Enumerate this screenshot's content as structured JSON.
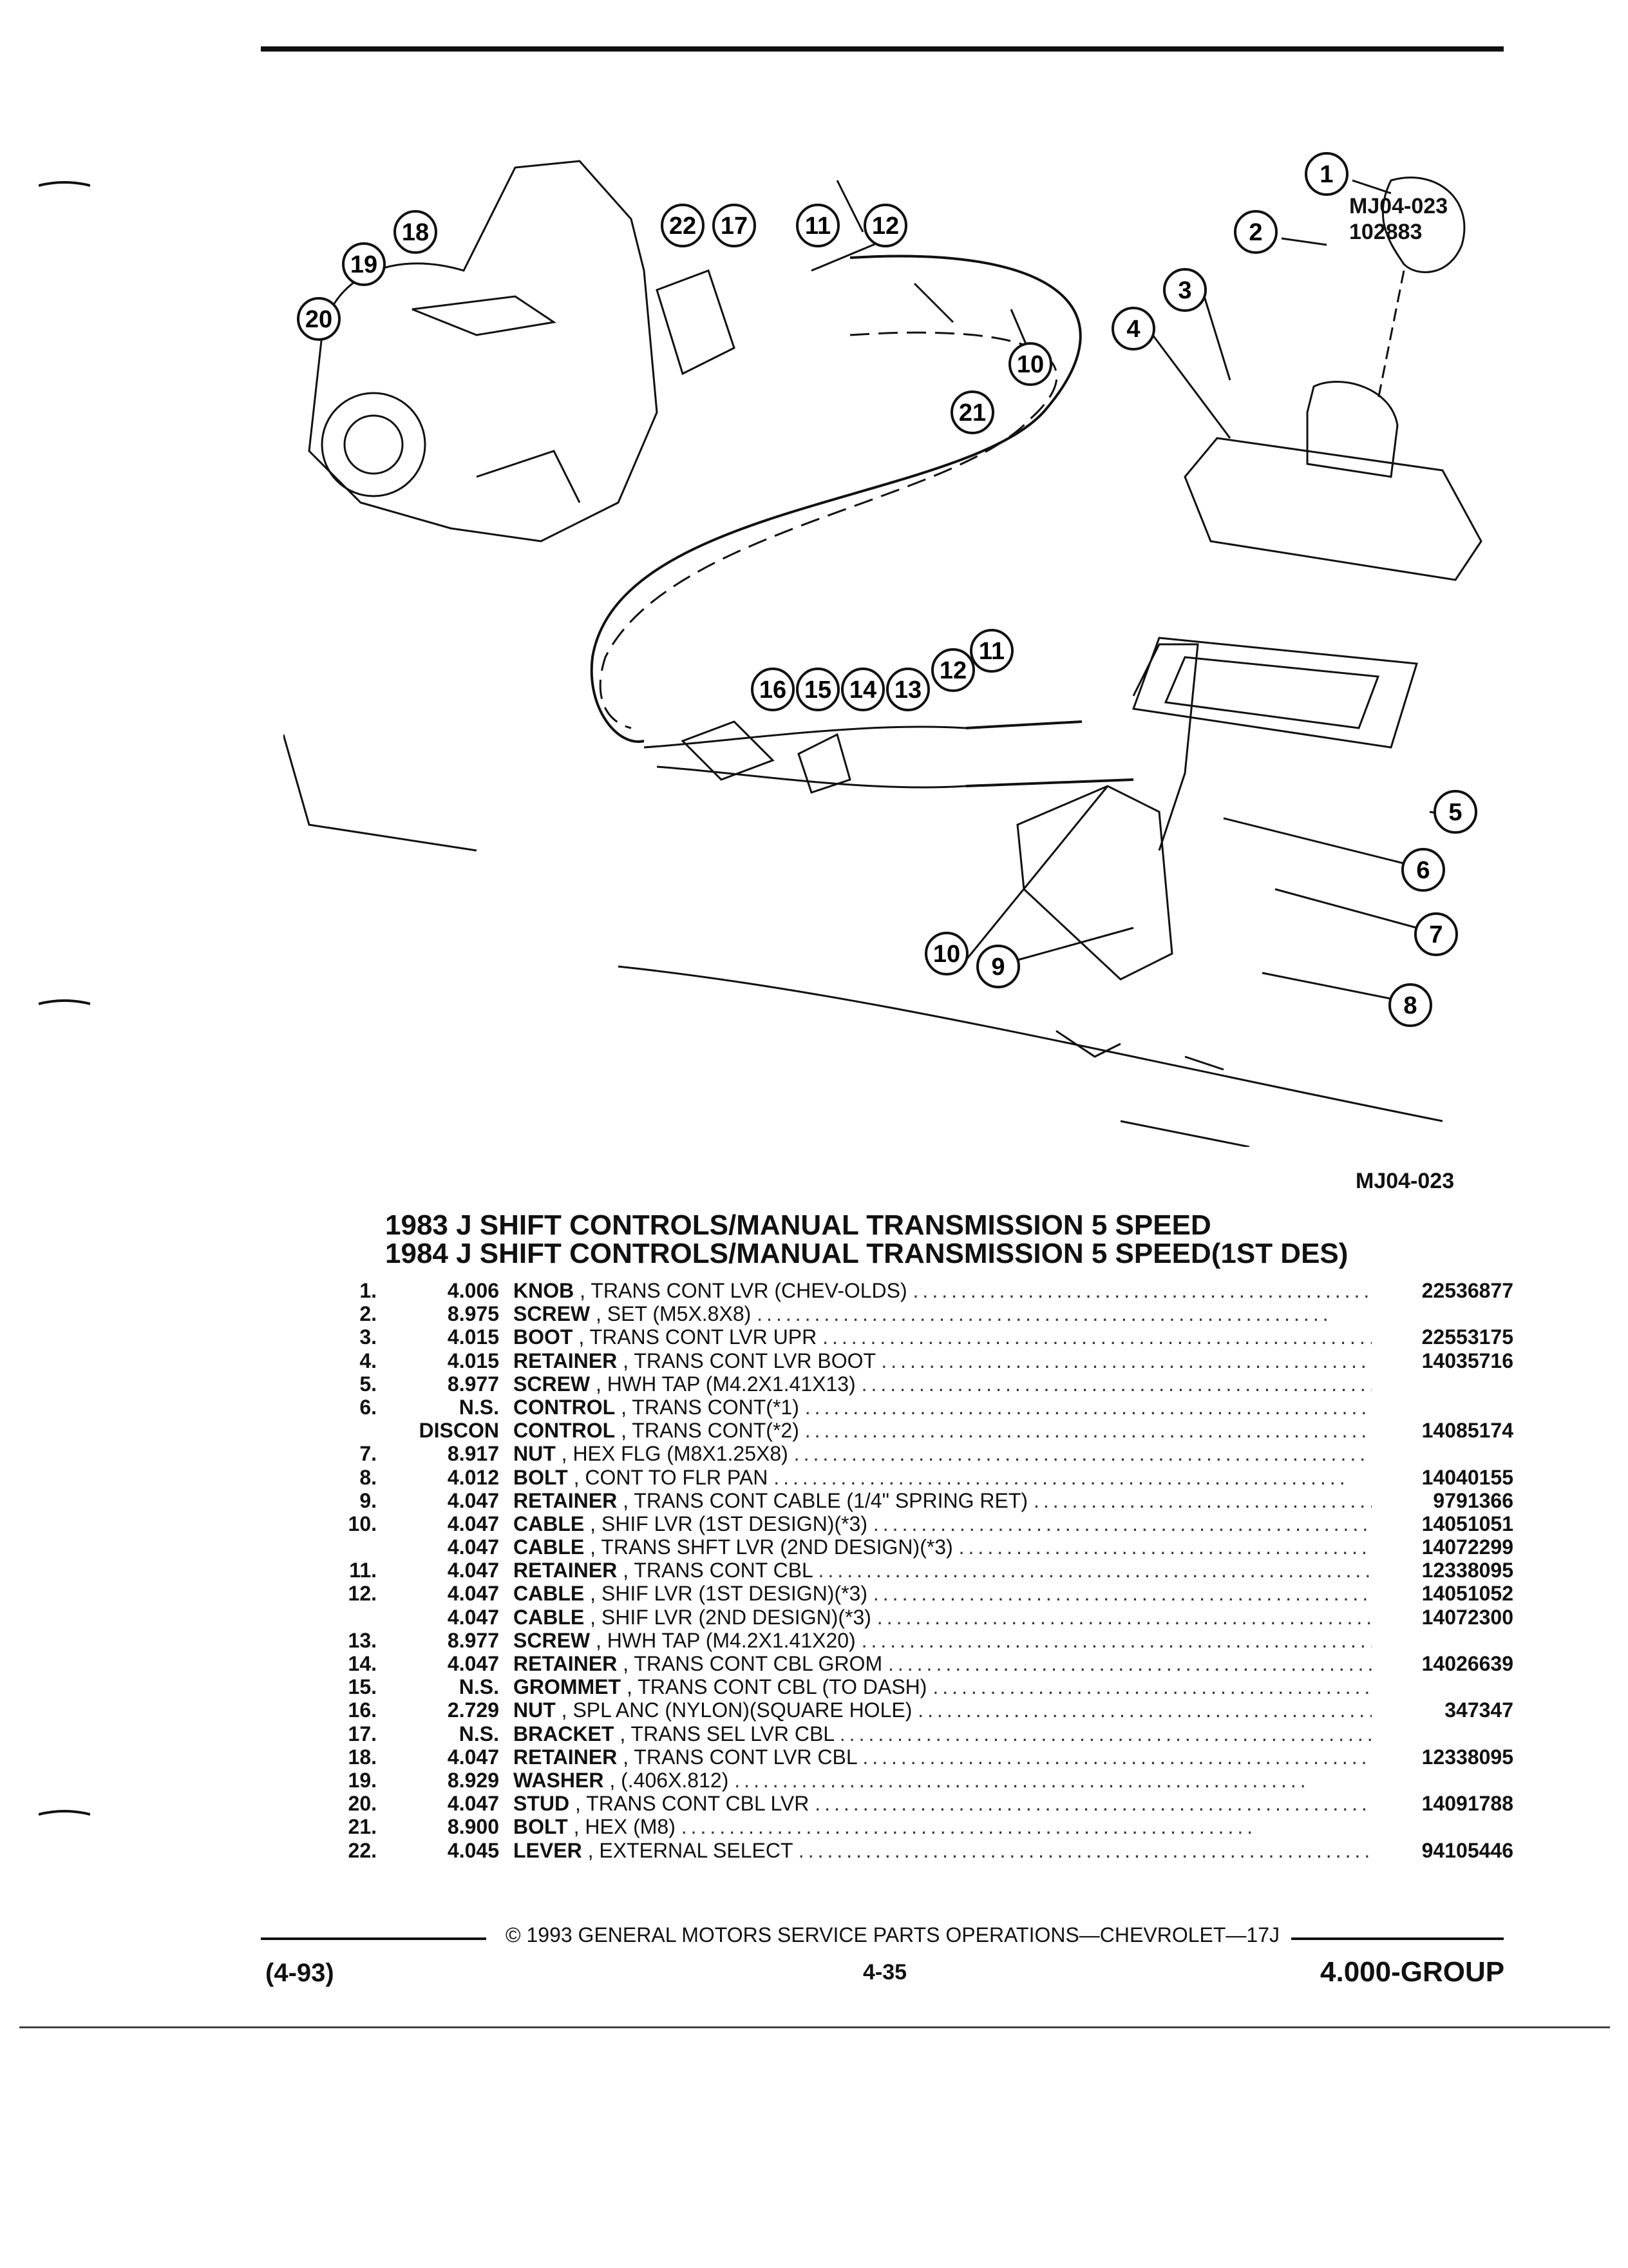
{
  "figure_code_top": "MJ04-023",
  "figure_number_top": "102883",
  "figure_code_bottom": "MJ04-023",
  "title_line1": "1983 J SHIFT CONTROLS/MANUAL TRANSMISSION 5 SPEED",
  "title_line2": "1984 J SHIFT CONTROLS/MANUAL TRANSMISSION 5 SPEED(1ST DES)",
  "callouts": [
    "1",
    "2",
    "3",
    "4",
    "5",
    "6",
    "7",
    "8",
    "9",
    "10",
    "10",
    "11",
    "11",
    "12",
    "12",
    "13",
    "14",
    "15",
    "16",
    "17",
    "18",
    "19",
    "20",
    "21",
    "22"
  ],
  "parts": [
    {
      "num": "1.",
      "group": "4.006",
      "name": "KNOB",
      "detail": ", TRANS CONT LVR (CHEV-OLDS)",
      "part": "22536877"
    },
    {
      "num": "2.",
      "group": "8.975",
      "name": "SCREW",
      "detail": ", SET (M5X.8X8)",
      "part": ""
    },
    {
      "num": "3.",
      "group": "4.015",
      "name": "BOOT",
      "detail": ", TRANS CONT LVR UPR",
      "part": "22553175"
    },
    {
      "num": "4.",
      "group": "4.015",
      "name": "RETAINER",
      "detail": ", TRANS CONT LVR BOOT",
      "part": "14035716"
    },
    {
      "num": "5.",
      "group": "8.977",
      "name": "SCREW",
      "detail": ", HWH TAP (M4.2X1.41X13)",
      "part": ""
    },
    {
      "num": "6.",
      "group": "N.S.",
      "name": "CONTROL",
      "detail": ", TRANS CONT(*1)",
      "part": ""
    },
    {
      "num": "",
      "group": "DISCON",
      "name": "CONTROL",
      "detail": ", TRANS CONT(*2)",
      "part": "14085174"
    },
    {
      "num": "7.",
      "group": "8.917",
      "name": "NUT",
      "detail": ", HEX FLG (M8X1.25X8)",
      "part": ""
    },
    {
      "num": "8.",
      "group": "4.012",
      "name": "BOLT",
      "detail": ", CONT TO FLR PAN",
      "part": "14040155"
    },
    {
      "num": "9.",
      "group": "4.047",
      "name": "RETAINER",
      "detail": ", TRANS CONT CABLE (1/4\" SPRING RET)",
      "part": "9791366"
    },
    {
      "num": "10.",
      "group": "4.047",
      "name": "CABLE",
      "detail": ", SHIF LVR (1ST DESIGN)(*3)",
      "part": "14051051"
    },
    {
      "num": "",
      "group": "4.047",
      "name": "CABLE",
      "detail": ", TRANS SHFT LVR (2ND DESIGN)(*3)",
      "part": "14072299"
    },
    {
      "num": "11.",
      "group": "4.047",
      "name": "RETAINER",
      "detail": ", TRANS CONT CBL",
      "part": "12338095"
    },
    {
      "num": "12.",
      "group": "4.047",
      "name": "CABLE",
      "detail": ", SHIF LVR (1ST DESIGN)(*3)",
      "part": "14051052"
    },
    {
      "num": "",
      "group": "4.047",
      "name": "CABLE",
      "detail": ", SHIF LVR (2ND DESIGN)(*3)",
      "part": "14072300"
    },
    {
      "num": "13.",
      "group": "8.977",
      "name": "SCREW",
      "detail": ", HWH TAP (M4.2X1.41X20)",
      "part": ""
    },
    {
      "num": "14.",
      "group": "4.047",
      "name": "RETAINER",
      "detail": ", TRANS CONT CBL GROM",
      "part": "14026639"
    },
    {
      "num": "15.",
      "group": "N.S.",
      "name": "GROMMET",
      "detail": ", TRANS CONT CBL (TO DASH)",
      "part": ""
    },
    {
      "num": "16.",
      "group": "2.729",
      "name": "NUT",
      "detail": ", SPL ANC (NYLON)(SQUARE HOLE)",
      "part": "347347"
    },
    {
      "num": "17.",
      "group": "N.S.",
      "name": "BRACKET",
      "detail": ", TRANS SEL LVR CBL",
      "part": ""
    },
    {
      "num": "18.",
      "group": "4.047",
      "name": "RETAINER",
      "detail": ", TRANS CONT LVR CBL",
      "part": "12338095"
    },
    {
      "num": "19.",
      "group": "8.929",
      "name": "WASHER",
      "detail": ", (.406X.812)",
      "part": ""
    },
    {
      "num": "20.",
      "group": "4.047",
      "name": "STUD",
      "detail": ", TRANS CONT CBL LVR",
      "part": "14091788"
    },
    {
      "num": "21.",
      "group": "8.900",
      "name": "BOLT",
      "detail": ", HEX (M8)",
      "part": ""
    },
    {
      "num": "22.",
      "group": "4.045",
      "name": "LEVER",
      "detail": ", EXTERNAL SELECT",
      "part": "94105446"
    }
  ],
  "footer": {
    "copyright": "© 1993 GENERAL MOTORS SERVICE PARTS OPERATIONS—CHEVROLET—17J",
    "date": "(4-93)",
    "page": "4-35",
    "group": "4.000-GROUP"
  }
}
